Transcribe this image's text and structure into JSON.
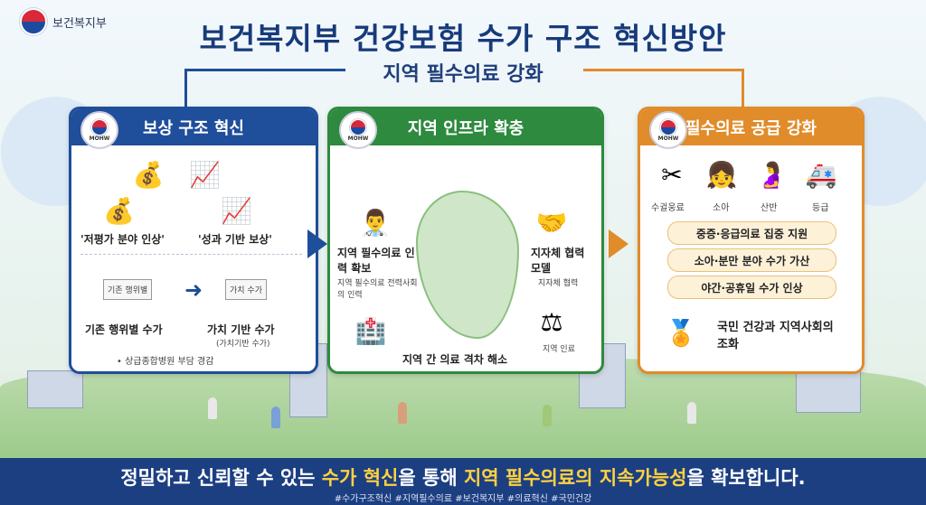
{
  "header": {
    "ministry": "보건복지부",
    "title": "보건복지부 건강보험 수가 구조 혁신방안",
    "subtitle": "지역 필수의료 강화"
  },
  "seal_text": "MOHW",
  "card1": {
    "title": "보상 구조 혁신",
    "item1": "'저평가 분야 인상'",
    "item2": "'성과 기반 보상'",
    "doc1": "기존 행위별",
    "label_old": "기존 행위별 수가",
    "doc2": "가치 수가",
    "label_new": "가치 기반 수가",
    "label_new_sub": "(가치기반 수가)",
    "note": "• 상급종합병원 부담 경감"
  },
  "card2": {
    "title": "지역 인프라 확충",
    "left_title": "지역 필수의료 인력 확보",
    "left_sub": "지역 필수의료 전력사회의 인력",
    "right_title": "지자체 협력 모델",
    "right_sub": "지자체 협력",
    "right_sub2": "지역 인료",
    "bottom": "지역 간 의료 격차 해소"
  },
  "card3": {
    "title": "필수의료 공급 강화",
    "fields": [
      "수귈웅료",
      "소아",
      "산반",
      "등급"
    ],
    "pills": [
      "중증·응급의료 집중 지원",
      "소아·분만 분야 수가 가산",
      "야간·공휴일 수가 인상"
    ],
    "result": "국민 건강과 지역사회의 조화"
  },
  "footer": {
    "part1": "정밀하고 신뢰할 수 있는 ",
    "hl1": "수가 혁신",
    "part2": "을 통해 ",
    "hl2": "지역 필수의료의 지속가능성",
    "part3": "을 확보합니다.",
    "tags": "#수가구조혁신 #지역필수의료 #보건복지부 #의료혁신 #국민건강"
  },
  "colors": {
    "blue": "#1f4e9a",
    "green": "#2e8a3e",
    "orange": "#e08c2a",
    "footer": "#1c3f82",
    "highlight": "#ffd23f"
  },
  "icons": [
    "money-bag-icon",
    "growth-chart-icon",
    "document-icon",
    "checklist-icon",
    "doctor-icon",
    "handshake-icon",
    "scale-icon",
    "hospital-icon",
    "scissors-icon",
    "child-icon",
    "pregnant-icon",
    "ambulance-icon",
    "seal-icon"
  ]
}
